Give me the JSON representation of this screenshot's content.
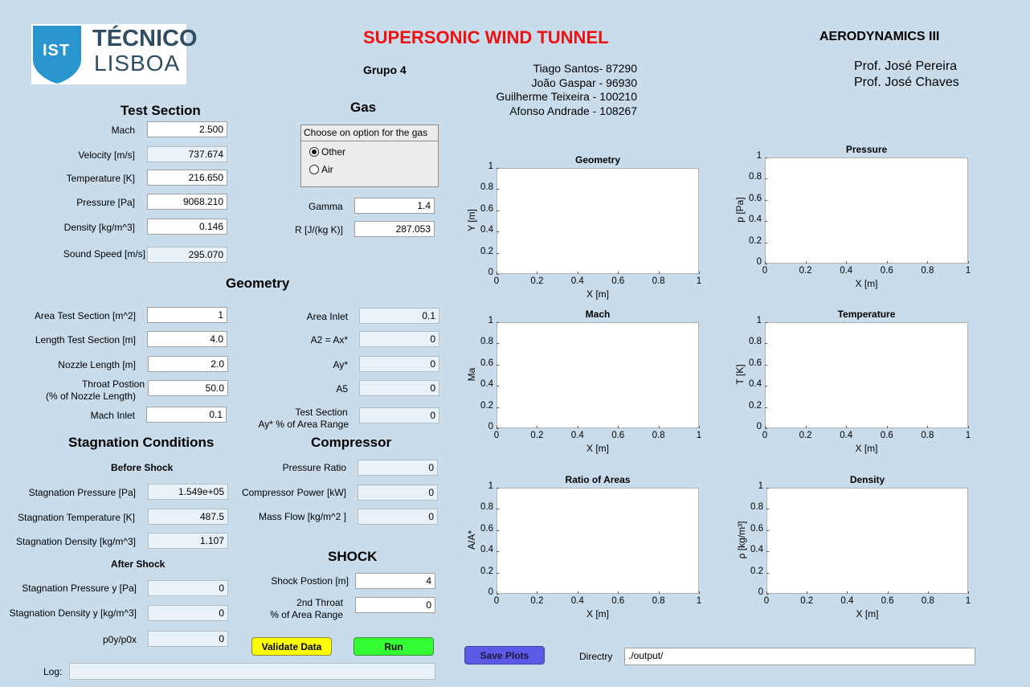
{
  "logo": {
    "org_line1": "TÉCNICO",
    "org_line2": "LISBOA",
    "mark": "IST"
  },
  "header": {
    "title": "SUPERSONIC WIND TUNNEL",
    "course": "AERODYNAMICS III",
    "group": "Grupo 4",
    "members": [
      "Tiago Santos- 87290",
      "João Gaspar - 96930",
      "Guilherme Teixeira - 100210",
      "Afonso Andrade - 108267"
    ],
    "professors": [
      "Prof. José Pereira",
      "Prof. José Chaves"
    ]
  },
  "test_section": {
    "title": "Test Section",
    "fields": [
      {
        "label": "Mach",
        "value": "2.500",
        "editable": true
      },
      {
        "label": "Velocity [m/s]",
        "value": "737.674",
        "editable": false
      },
      {
        "label": "Temperature [K]",
        "value": "216.650",
        "editable": true
      },
      {
        "label": "Pressure [Pa]",
        "value": "9068.210",
        "editable": true
      },
      {
        "label": "Density [kg/m^3]",
        "value": "0.146",
        "editable": true
      },
      {
        "label": "Sound Speed [m/s]",
        "value": "295.070",
        "editable": false
      }
    ]
  },
  "gas": {
    "title": "Gas",
    "panel_title": "Choose on option for the gas",
    "options": [
      "Other",
      "Air"
    ],
    "selected": "Other",
    "gamma_label": "Gamma",
    "gamma": "1.4",
    "r_label": "R [J/(kg K)]",
    "r": "287.053"
  },
  "geometry": {
    "title": "Geometry",
    "left": [
      {
        "label": "Area Test Section [m^2]",
        "value": "1"
      },
      {
        "label": "Length Test Section [m]",
        "value": "4.0"
      },
      {
        "label": "Nozzle Length [m]",
        "value": "2.0"
      },
      {
        "label1": "Throat Postion",
        "label2": "(% of Nozzle Length)",
        "value": "50.0"
      },
      {
        "label": "Mach Inlet",
        "value": "0.1"
      }
    ],
    "right": [
      {
        "label": "Area Inlet",
        "value": "0.1"
      },
      {
        "label": "A2 = Ax*",
        "value": "0"
      },
      {
        "label": "Ay*",
        "value": "0"
      },
      {
        "label": "A5",
        "value": "0"
      },
      {
        "label1": "Test Section",
        "label2": "Ay* % of Area Range",
        "value": "0"
      }
    ]
  },
  "stagnation": {
    "title": "Stagnation Conditions",
    "before_title": "Before Shock",
    "before": [
      {
        "label": "Stagnation Pressure [Pa]",
        "value": "1.549e+05"
      },
      {
        "label": "Stagnation  Temperature [K]",
        "value": "487.5"
      },
      {
        "label": "Stagnation Density [kg/m^3]",
        "value": "1.107"
      }
    ],
    "after_title": "After Shock",
    "after": [
      {
        "label": "Stagnation Pressure y [Pa]",
        "value": "0"
      },
      {
        "label": "Stagnation Density y [kg/m^3]",
        "value": "0"
      },
      {
        "label": "p0y/p0x",
        "value": "0"
      }
    ]
  },
  "compressor": {
    "title": "Compressor",
    "fields": [
      {
        "label": "Pressure Ratio",
        "value": "0"
      },
      {
        "label": "Compressor Power [kW]",
        "value": "0"
      },
      {
        "label": "Mass Flow [kg/m^2 ]",
        "value": "0"
      }
    ]
  },
  "shock": {
    "title": "SHOCK",
    "position_label": "Shock Postion [m]",
    "position": "4",
    "throat_label1": "2nd Throat",
    "throat_label2": "% of Area Range",
    "throat": "0"
  },
  "buttons": {
    "validate": "Validate Data",
    "run": "Run",
    "save": "Save Plots"
  },
  "colors": {
    "validate": "#ffff00",
    "run": "#33ff33",
    "save": "#5a5ae6",
    "title": "#ee1111"
  },
  "log": {
    "label": "Log:",
    "value": ""
  },
  "directory": {
    "label": "Directry",
    "value": "./output/"
  },
  "chart_data": [
    {
      "type": "line",
      "title": "Geometry",
      "xlabel": "X [m]",
      "ylabel": "Y [m]",
      "xlim": [
        0,
        1
      ],
      "ylim": [
        0,
        1
      ],
      "series": [],
      "xticks": [
        "0",
        "0.2",
        "0.4",
        "0.6",
        "0.8",
        "1"
      ],
      "yticks": [
        "0",
        "0.2",
        "0.4",
        "0.6",
        "0.8",
        "1"
      ]
    },
    {
      "type": "line",
      "title": "Pressure",
      "xlabel": "X [m]",
      "ylabel": "p [Pa]",
      "xlim": [
        0,
        1
      ],
      "ylim": [
        0,
        1
      ],
      "series": [],
      "xticks": [
        "0",
        "0.2",
        "0.4",
        "0.6",
        "0.8",
        "1"
      ],
      "yticks": [
        "0",
        "0.2",
        "0.4",
        "0.6",
        "0.8",
        "1"
      ]
    },
    {
      "type": "line",
      "title": "Mach",
      "xlabel": "X [m]",
      "ylabel": "Ma",
      "xlim": [
        0,
        1
      ],
      "ylim": [
        0,
        1
      ],
      "series": [],
      "xticks": [
        "0",
        "0.2",
        "0.4",
        "0.6",
        "0.8",
        "1"
      ],
      "yticks": [
        "0",
        "0.2",
        "0.4",
        "0.6",
        "0.8",
        "1"
      ]
    },
    {
      "type": "line",
      "title": "Temperature",
      "xlabel": "X [m]",
      "ylabel": "T [K]",
      "xlim": [
        0,
        1
      ],
      "ylim": [
        0,
        1
      ],
      "series": [],
      "xticks": [
        "0",
        "0.2",
        "0.4",
        "0.6",
        "0.8",
        "1"
      ],
      "yticks": [
        "0",
        "0.2",
        "0.4",
        "0.6",
        "0.8",
        "1"
      ]
    },
    {
      "type": "line",
      "title": "Ratio of Areas",
      "xlabel": "X [m]",
      "ylabel": "A/A*",
      "xlim": [
        0,
        1
      ],
      "ylim": [
        0,
        1
      ],
      "series": [],
      "xticks": [
        "0",
        "0.2",
        "0.4",
        "0.6",
        "0.8",
        "1"
      ],
      "yticks": [
        "0",
        "0.2",
        "0.4",
        "0.6",
        "0.8",
        "1"
      ]
    },
    {
      "type": "line",
      "title": "Density",
      "xlabel": "X [m]",
      "ylabel": "ρ [kg/m³]",
      "xlim": [
        0,
        1
      ],
      "ylim": [
        0,
        1
      ],
      "series": [],
      "xticks": [
        "0",
        "0.2",
        "0.4",
        "0.6",
        "0.8",
        "1"
      ],
      "yticks": [
        "0",
        "0.2",
        "0.4",
        "0.6",
        "0.8",
        "1"
      ]
    }
  ]
}
